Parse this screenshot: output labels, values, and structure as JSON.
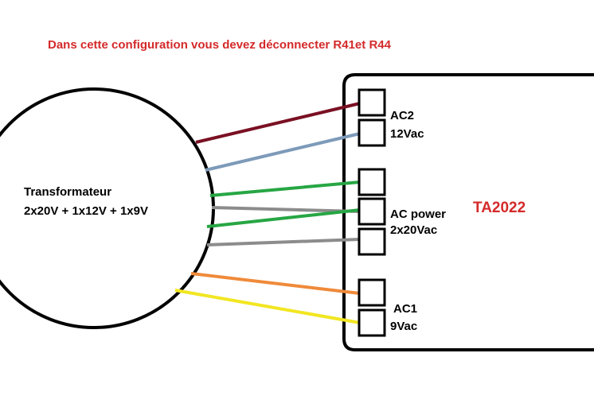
{
  "note": "Dans cette configuration vous devez déconnecter R41et R44",
  "transformer": {
    "name": "Transformateur",
    "spec": "2x20V + 1x12V + 1x9V"
  },
  "board": {
    "name": "TA2022",
    "groups": [
      {
        "id": "ac2",
        "label": "AC2",
        "sublabel": "12Vac"
      },
      {
        "id": "acpower",
        "label": "AC power",
        "sublabel": "2x20Vac"
      },
      {
        "id": "ac1",
        "label": "AC1",
        "sublabel": "9Vac"
      }
    ]
  },
  "colors": {
    "title_red": "#d42a2a",
    "wire_darkred": "#7a1023",
    "wire_blue": "#7d9ab9",
    "wire_green": "#27a644",
    "wire_gray": "#8c8c8c",
    "wire_orange": "#ef8a3a",
    "wire_yellow": "#f2e622"
  },
  "wires": [
    {
      "name": "ac2-wire-1",
      "color": "wire_darkred"
    },
    {
      "name": "ac2-wire-2",
      "color": "wire_blue"
    },
    {
      "name": "acpower-wire-green-1",
      "color": "wire_green"
    },
    {
      "name": "acpower-wire-gray-1",
      "color": "wire_gray"
    },
    {
      "name": "acpower-wire-green-2",
      "color": "wire_green"
    },
    {
      "name": "acpower-wire-gray-2",
      "color": "wire_gray"
    },
    {
      "name": "ac1-wire-1",
      "color": "wire_orange"
    },
    {
      "name": "ac1-wire-2",
      "color": "wire_yellow"
    }
  ]
}
